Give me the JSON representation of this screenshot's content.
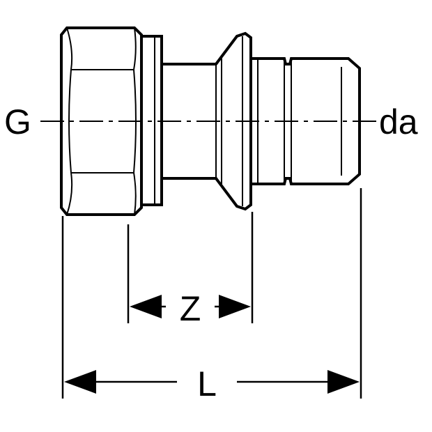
{
  "labels": {
    "thread": "G",
    "outer_diameter": "da",
    "z_dimension": "Z",
    "length": "L"
  },
  "colors": {
    "line": "#000000",
    "background": "#ffffff"
  }
}
